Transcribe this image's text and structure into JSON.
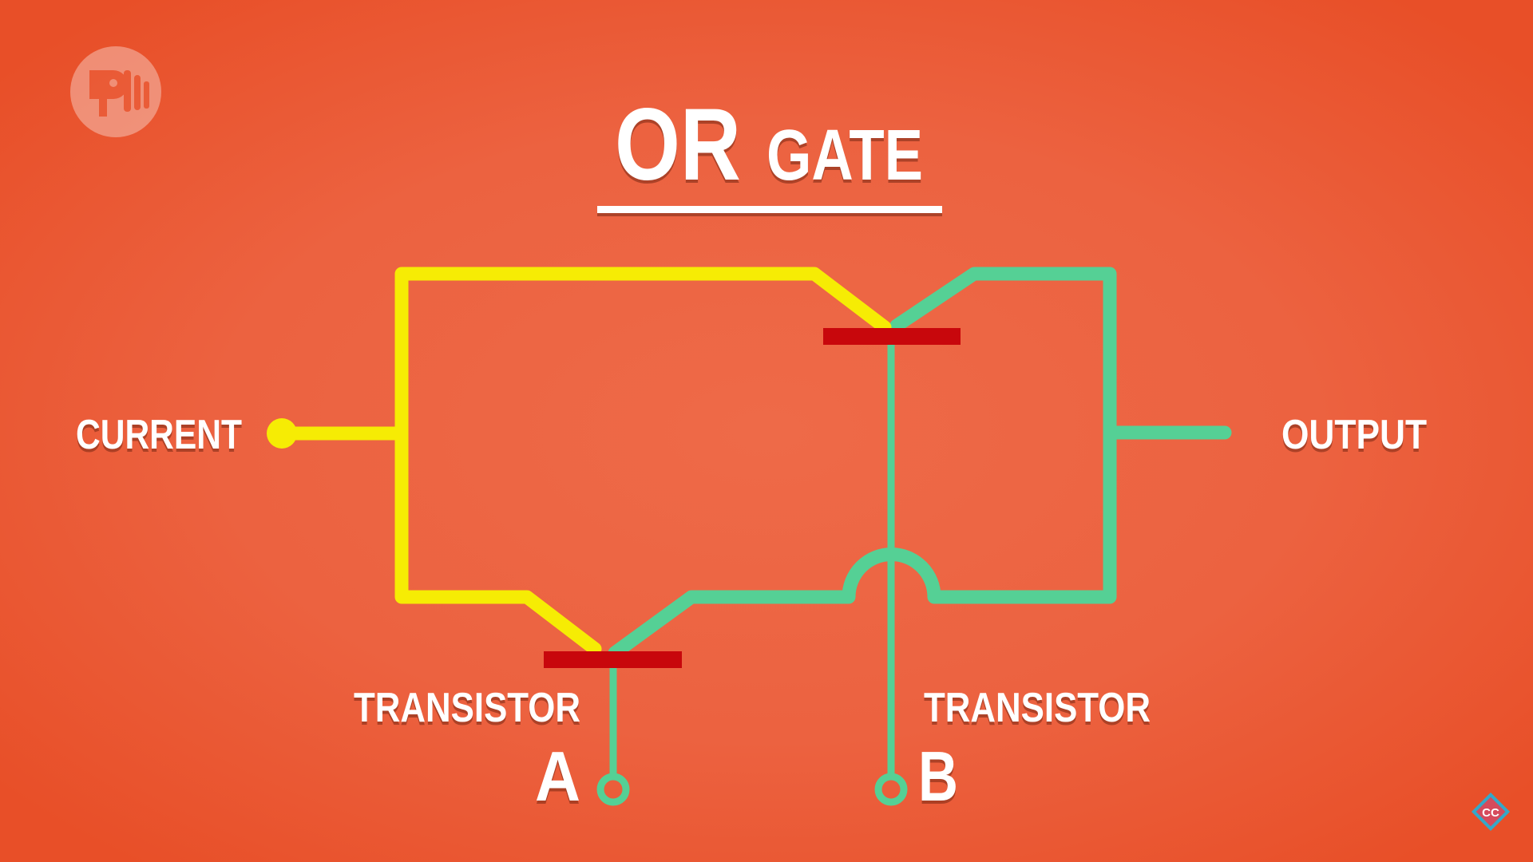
{
  "title": {
    "big": "OR",
    "small": "GATE"
  },
  "labels": {
    "current": "CURRENT",
    "output": "OUTPUT",
    "transistor_a": "TRANSISTOR",
    "transistor_a_letter": "A",
    "transistor_b": "TRANSISTOR",
    "transistor_b_letter": "B"
  },
  "badges": {
    "cc_text": "CC"
  },
  "icons": {
    "logo": "pbs-logo-icon",
    "corner_badge": "crash-course-badge-icon"
  },
  "colors": {
    "background_center": "#EE6A48",
    "background_edge": "#E84F28",
    "active_wire": "#F6EC04",
    "inactive_wire": "#55D095",
    "transistor": "#C8070C",
    "text": "#FFFFFF"
  }
}
